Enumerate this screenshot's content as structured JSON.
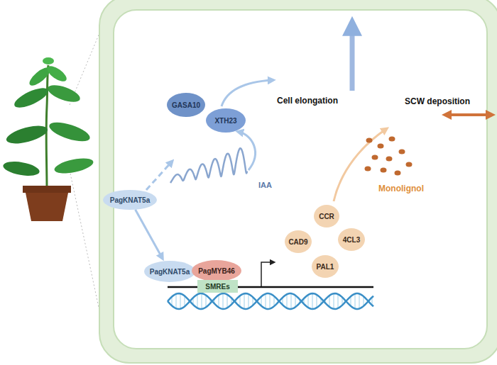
{
  "diagram": {
    "nodes": [
      {
        "text": [
          "GASA10"
        ]
      },
      {
        "text": [
          "XTH23"
        ]
      },
      {
        "text": [
          "PagKNAT5a"
        ]
      },
      {
        "text": [
          "CCR"
        ]
      },
      {
        "text": [
          "CAD9"
        ]
      },
      {
        "text": [
          "4CL3"
        ]
      },
      {
        "text": [
          "PAL1"
        ]
      },
      {
        "text": [
          "PagKNAT5a"
        ]
      },
      {
        "text": [
          "PagMYB46"
        ]
      },
      {
        "text": [
          "SMREs"
        ]
      }
    ],
    "edges": [
      {
        "from": 2,
        "to": 7,
        "arrow": "to"
      }
    ],
    "labels": [
      "Cell elongation",
      "IAA",
      "Monolignol",
      "SCW deposition"
    ]
  }
}
